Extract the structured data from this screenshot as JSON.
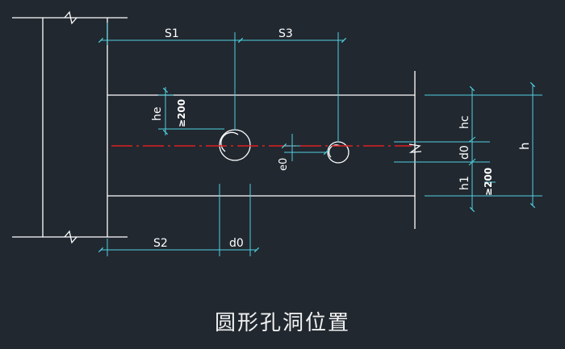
{
  "caption": "圆形孔洞位置",
  "colors": {
    "background": "#212830",
    "geometry": "#ffffff",
    "dimension": "#4fd0e0",
    "centerline": "#e02020"
  },
  "labels": {
    "s1": "S1",
    "s3": "S3",
    "s2": "S2",
    "d0_bottom": "d0",
    "he": "he",
    "ge200_left": "≥200",
    "e0": "e0",
    "hc": "hc",
    "d0_right": "d0",
    "h1": "h1",
    "ge200_right": "≥200",
    "h": "h"
  }
}
